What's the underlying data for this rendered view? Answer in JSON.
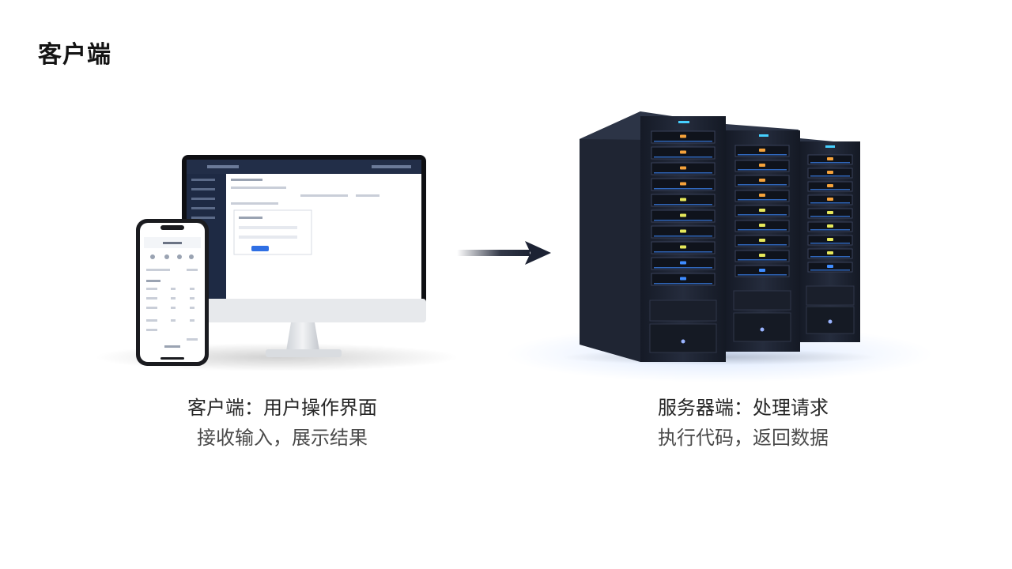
{
  "title": "客户端",
  "client": {
    "label": "客户端：用户操作界面",
    "desc": "接收输入，展示结果"
  },
  "server": {
    "label": "服务器端：处理请求",
    "desc": "执行代码，返回数据"
  },
  "icons": {
    "client_devices": "desktop-and-phone-icon",
    "flow": "arrow-right-icon",
    "server": "server-rack-icon"
  },
  "colors": {
    "arrow": "#1c2233",
    "screen_accent": "#2f6fe4",
    "rack_body": "#1b2130",
    "led_orange": "#f5a23a",
    "led_yellow": "#e6e85a",
    "led_blue": "#3f8cff"
  }
}
